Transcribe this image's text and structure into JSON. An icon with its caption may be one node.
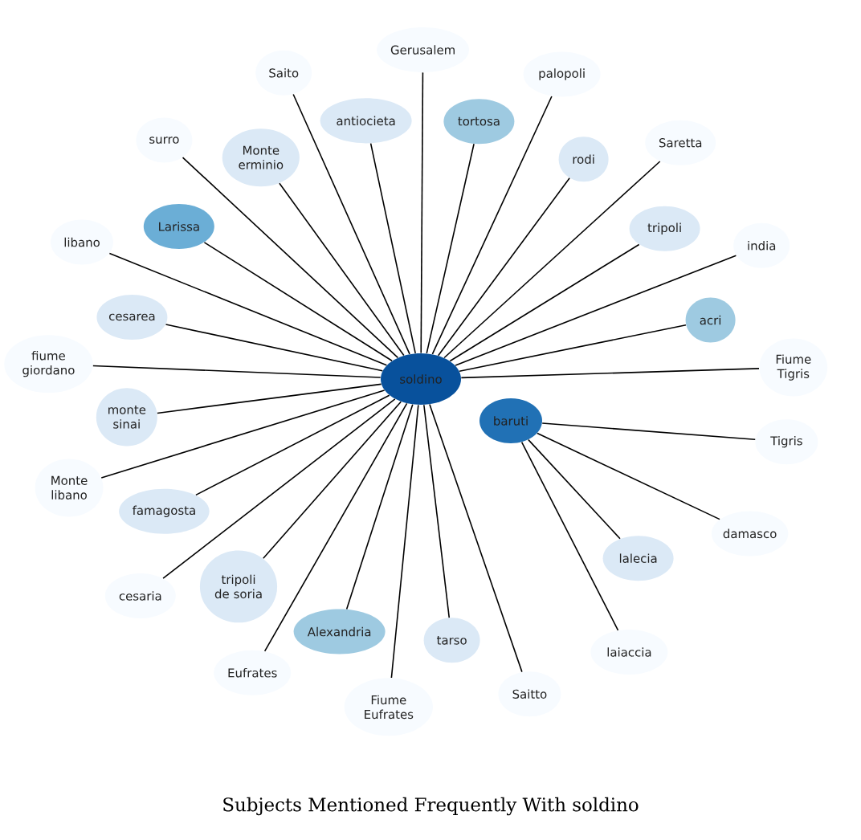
{
  "diagram": {
    "title": "Subjects Mentioned Frequently With soldino",
    "nodes": [
      {
        "text": [
          "soldino"
        ]
      },
      {
        "text": [
          "baruti"
        ]
      },
      {
        "text": [
          "Larissa"
        ]
      },
      {
        "text": [
          "tortosa"
        ]
      },
      {
        "text": [
          "acri"
        ]
      },
      {
        "text": [
          "Alexandria"
        ]
      },
      {
        "text": [
          "surro"
        ]
      },
      {
        "text": [
          "Saito"
        ]
      },
      {
        "text": [
          "Gerusalem"
        ]
      },
      {
        "text": [
          "palopoli"
        ]
      },
      {
        "text": [
          "antiocieta"
        ]
      },
      {
        "text": [
          "rodi"
        ]
      },
      {
        "text": [
          "Saretta"
        ]
      },
      {
        "text": [
          "libano"
        ]
      },
      {
        "text": [
          "Monte erminio"
        ]
      },
      {
        "text": [
          "tripoli"
        ]
      },
      {
        "text": [
          "india"
        ]
      },
      {
        "text": [
          "cesarea"
        ]
      },
      {
        "text": [
          "fiume giordano"
        ]
      },
      {
        "text": [
          "Fiume Tigris"
        ]
      },
      {
        "text": [
          "Tigris"
        ]
      },
      {
        "text": [
          "monte sinai"
        ]
      },
      {
        "text": [
          "Monte libano"
        ]
      },
      {
        "text": [
          "damasco"
        ]
      },
      {
        "text": [
          "tarso"
        ]
      },
      {
        "text": [
          "lalecia"
        ]
      },
      {
        "text": [
          "cesaria"
        ]
      },
      {
        "text": [
          "tripoli de soria"
        ]
      },
      {
        "text": [
          "famagosta"
        ]
      },
      {
        "text": [
          "laiaccia"
        ]
      },
      {
        "text": [
          "Eufrates"
        ]
      },
      {
        "text": [
          "Fiume Eufrates"
        ]
      },
      {
        "text": [
          "Saitto"
        ]
      }
    ],
    "edges": [
      {
        "from": 0,
        "to": 2,
        "arrow": "none"
      },
      {
        "from": 0,
        "to": 3,
        "arrow": "none"
      },
      {
        "from": 0,
        "to": 4,
        "arrow": "none"
      },
      {
        "from": 0,
        "to": 5,
        "arrow": "none"
      },
      {
        "from": 0,
        "to": 6,
        "arrow": "none"
      },
      {
        "from": 0,
        "to": 7,
        "arrow": "none"
      },
      {
        "from": 0,
        "to": 8,
        "arrow": "none"
      },
      {
        "from": 0,
        "to": 9,
        "arrow": "none"
      },
      {
        "from": 0,
        "to": 10,
        "arrow": "none"
      },
      {
        "from": 0,
        "to": 11,
        "arrow": "none"
      },
      {
        "from": 0,
        "to": 12,
        "arrow": "none"
      },
      {
        "from": 0,
        "to": 13,
        "arrow": "none"
      },
      {
        "from": 0,
        "to": 14,
        "arrow": "none"
      },
      {
        "from": 0,
        "to": 15,
        "arrow": "none"
      },
      {
        "from": 0,
        "to": 16,
        "arrow": "none"
      },
      {
        "from": 0,
        "to": 17,
        "arrow": "none"
      },
      {
        "from": 0,
        "to": 18,
        "arrow": "none"
      },
      {
        "from": 0,
        "to": 19,
        "arrow": "none"
      },
      {
        "from": 1,
        "to": 20,
        "arrow": "none"
      },
      {
        "from": 0,
        "to": 21,
        "arrow": "none"
      },
      {
        "from": 0,
        "to": 22,
        "arrow": "none"
      },
      {
        "from": 1,
        "to": 23,
        "arrow": "none"
      },
      {
        "from": 0,
        "to": 24,
        "arrow": "none"
      },
      {
        "from": 1,
        "to": 25,
        "arrow": "none"
      },
      {
        "from": 0,
        "to": 26,
        "arrow": "none"
      },
      {
        "from": 0,
        "to": 27,
        "arrow": "none"
      },
      {
        "from": 0,
        "to": 28,
        "arrow": "none"
      },
      {
        "from": 1,
        "to": 29,
        "arrow": "none"
      },
      {
        "from": 0,
        "to": 30,
        "arrow": "none"
      },
      {
        "from": 0,
        "to": 31,
        "arrow": "none"
      },
      {
        "from": 0,
        "to": 32,
        "arrow": "none"
      }
    ]
  }
}
